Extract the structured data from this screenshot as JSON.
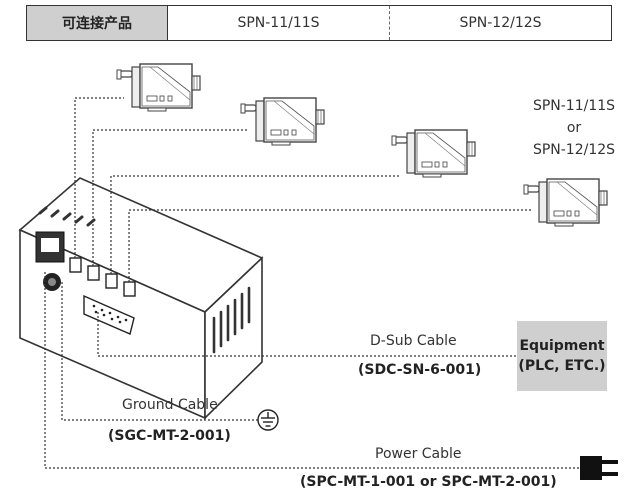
{
  "table": {
    "header": "可连接产品",
    "models": [
      "SPN-11/11S",
      "SPN-12/12S"
    ]
  },
  "device_label": {
    "line1": "SPN-11/11S",
    "line2": "or",
    "line3": "SPN-12/12S"
  },
  "cables": {
    "dsub": {
      "name": "D-Sub Cable",
      "code": "(SDC-SN-6-001)"
    },
    "ground": {
      "name": "Ground Cable",
      "code": "(SGC-MT-2-001)"
    },
    "power": {
      "name": "Power Cable",
      "code": "(SPC-MT-1-001 or SPC-MT-2-001)"
    }
  },
  "equipment": {
    "line1": "Equipment",
    "line2": "(PLC, ETC.)"
  }
}
